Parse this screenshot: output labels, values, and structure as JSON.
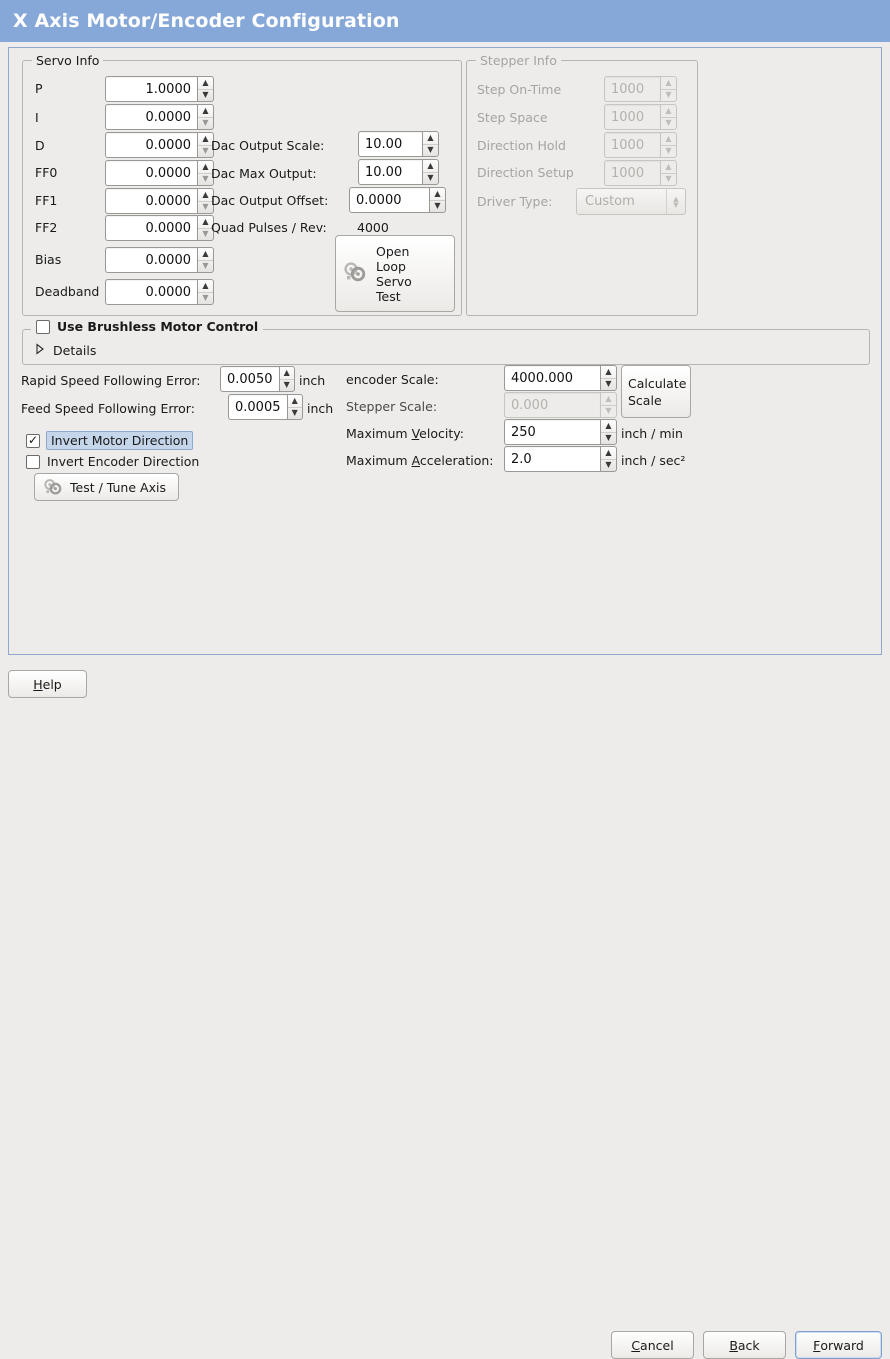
{
  "window": {
    "title": "X Axis Motor/Encoder Configuration",
    "title_bar_color": "#86a8d9",
    "panel_border_color": "#8fa9cc",
    "background_color": "#edecea"
  },
  "servo_info": {
    "legend": "Servo Info",
    "rows": [
      {
        "label": "P",
        "value": "1.0000"
      },
      {
        "label": "I",
        "value": "0.0000"
      },
      {
        "label": "D",
        "value": "0.0000"
      },
      {
        "label": "FF0",
        "value": "0.0000"
      },
      {
        "label": "FF1",
        "value": "0.0000"
      },
      {
        "label": "FF2",
        "value": "0.0000"
      },
      {
        "label": "Bias",
        "value": "0.0000"
      },
      {
        "label": "Deadband",
        "value": "0.0000"
      }
    ],
    "dac_output_scale": {
      "label": "Dac Output Scale:",
      "value": "10.00"
    },
    "dac_max_output": {
      "label": "Dac Max Output:",
      "value": "10.00"
    },
    "dac_output_offset": {
      "label": "Dac Output Offset:",
      "value": "0.0000"
    },
    "quad_pulses_rev": {
      "label": "Quad Pulses / Rev:",
      "value": "4000"
    },
    "open_loop_button": {
      "lines": [
        "Open",
        "Loop",
        "Servo",
        "Test"
      ],
      "icon": "gears-icon"
    }
  },
  "stepper_info": {
    "legend": "Stepper Info",
    "enabled": false,
    "rows": [
      {
        "label": "Step On-Time",
        "value": "1000"
      },
      {
        "label": "Step Space",
        "value": "1000"
      },
      {
        "label": "Direction Hold",
        "value": "1000"
      },
      {
        "label": "Direction Setup",
        "value": "1000"
      }
    ],
    "driver_type": {
      "label": "Driver Type:",
      "value": "Custom"
    }
  },
  "brushless": {
    "checkbox_label": "Use Brushless Motor Control",
    "checked": false,
    "details_label": "Details",
    "details_expanded": false
  },
  "following": {
    "rapid": {
      "label": "Rapid Speed Following Error:",
      "value": "0.0050",
      "unit": "inch"
    },
    "feed": {
      "label": "Feed Speed Following Error:",
      "value": "0.0005",
      "unit": "inch"
    }
  },
  "invert": {
    "motor": {
      "label": "Invert Motor Direction",
      "checked": true,
      "focused": true
    },
    "encoder": {
      "label": "Invert Encoder Direction",
      "checked": false,
      "focused": false
    }
  },
  "test_tune_button": {
    "label": "Test / Tune Axis",
    "icon": "gears-icon"
  },
  "scales": {
    "encoder_scale": {
      "label": "encoder Scale:",
      "value": "4000.000",
      "enabled": true
    },
    "stepper_scale": {
      "label": "Stepper Scale:",
      "value": "0.000",
      "enabled": false
    },
    "max_velocity": {
      "label_pre": "Maximum ",
      "label_mnemonic": "V",
      "label_post": "elocity:",
      "value": "250",
      "unit": "inch / min"
    },
    "max_accel": {
      "label_pre": "Maximum ",
      "label_mnemonic": "A",
      "label_post": "cceleration:",
      "value": "2.0",
      "unit": "inch / sec²"
    },
    "calculate_button": {
      "lines": [
        "Calculate",
        "Scale"
      ]
    }
  },
  "footer": {
    "help": {
      "mnemonic": "H",
      "rest": "elp"
    },
    "cancel": {
      "mnemonic": "C",
      "rest": "ancel"
    },
    "back": {
      "mnemonic": "B",
      "rest": "ack"
    },
    "forward": {
      "mnemonic": "F",
      "rest": "orward",
      "focused": true
    }
  }
}
